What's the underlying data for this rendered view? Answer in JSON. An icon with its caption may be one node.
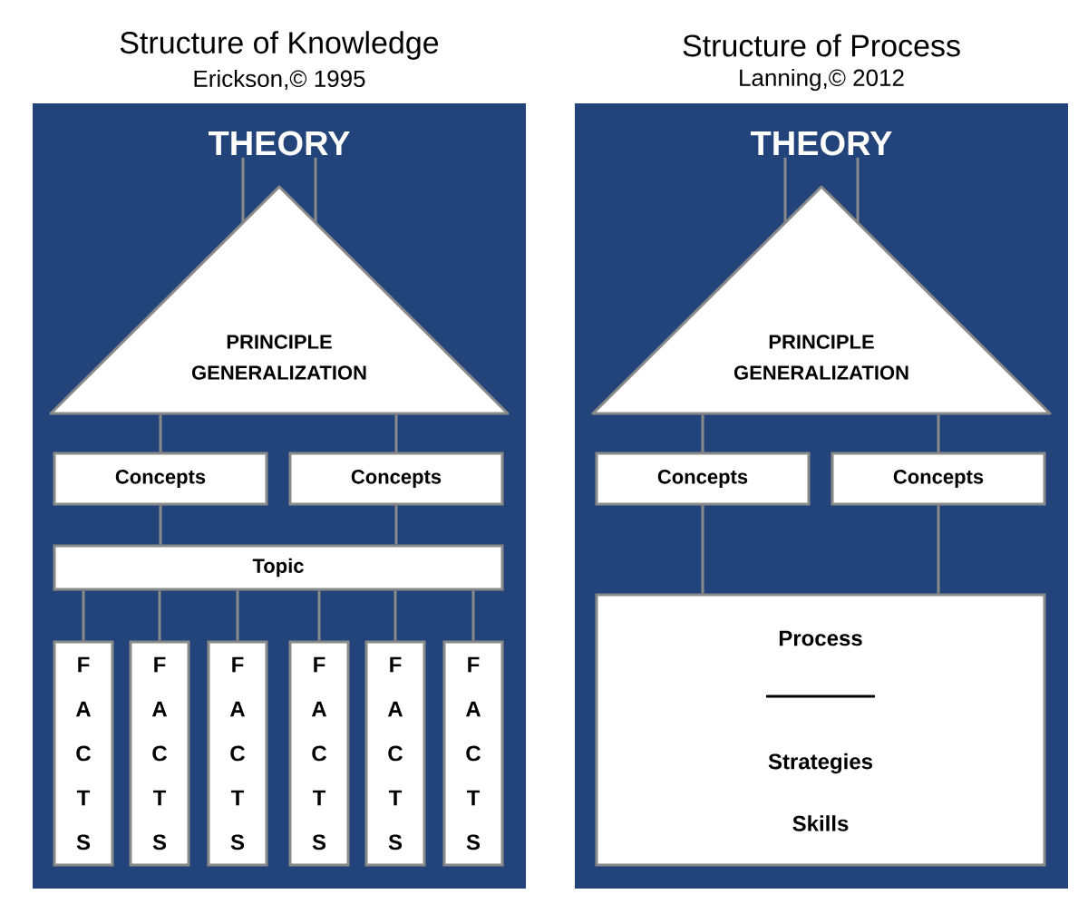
{
  "diagram": {
    "nodes": [
      {
        "text": [
          "Structure of Knowledge",
          "Erickson,© 1995"
        ]
      },
      {
        "text": [
          "THEORY"
        ],
        "in": 0
      },
      {
        "text": [
          "PRINCIPLE GENERALIZATION"
        ],
        "in": 0
      },
      {
        "text": [
          "Concepts"
        ],
        "in": 0
      },
      {
        "text": [
          "Concepts"
        ],
        "in": 0
      },
      {
        "text": [
          "Topic"
        ],
        "in": 0
      },
      {
        "text": [
          "F A C T S"
        ],
        "in": 0
      },
      {
        "text": [
          "F A C T S"
        ],
        "in": 0
      },
      {
        "text": [
          "F A C T S"
        ],
        "in": 0
      },
      {
        "text": [
          "F A C T S"
        ],
        "in": 0
      },
      {
        "text": [
          "F A C T S"
        ],
        "in": 0
      },
      {
        "text": [
          "F A C T S"
        ],
        "in": 0
      },
      {
        "text": [
          "Structure of Process",
          "Lanning,© 2012"
        ]
      },
      {
        "text": [
          "THEORY"
        ],
        "in": 12
      },
      {
        "text": [
          "PRINCIPLE GENERALIZATION"
        ],
        "in": 12
      },
      {
        "text": [
          "Concepts"
        ],
        "in": 12
      },
      {
        "text": [
          "Concepts"
        ],
        "in": 12
      },
      {
        "text": [
          "Process",
          "Strategies",
          "Skills"
        ],
        "in": 12
      }
    ],
    "edges": [
      {
        "from": 1,
        "to": 2,
        "arrow": "none"
      },
      {
        "from": 1,
        "to": 2,
        "arrow": "none"
      },
      {
        "from": 2,
        "to": 3,
        "arrow": "none"
      },
      {
        "from": 2,
        "to": 4,
        "arrow": "none"
      },
      {
        "from": 3,
        "to": 5,
        "arrow": "none"
      },
      {
        "from": 4,
        "to": 5,
        "arrow": "none"
      },
      {
        "from": 5,
        "to": 6,
        "arrow": "none"
      },
      {
        "from": 5,
        "to": 7,
        "arrow": "none"
      },
      {
        "from": 5,
        "to": 8,
        "arrow": "none"
      },
      {
        "from": 5,
        "to": 9,
        "arrow": "none"
      },
      {
        "from": 5,
        "to": 10,
        "arrow": "none"
      },
      {
        "from": 5,
        "to": 11,
        "arrow": "none"
      },
      {
        "from": 13,
        "to": 14,
        "arrow": "none"
      },
      {
        "from": 13,
        "to": 14,
        "arrow": "none"
      },
      {
        "from": 14,
        "to": 15,
        "arrow": "none"
      },
      {
        "from": 14,
        "to": 16,
        "arrow": "none"
      },
      {
        "from": 15,
        "to": 17,
        "arrow": "none"
      },
      {
        "from": 16,
        "to": 17,
        "arrow": "none"
      }
    ]
  }
}
